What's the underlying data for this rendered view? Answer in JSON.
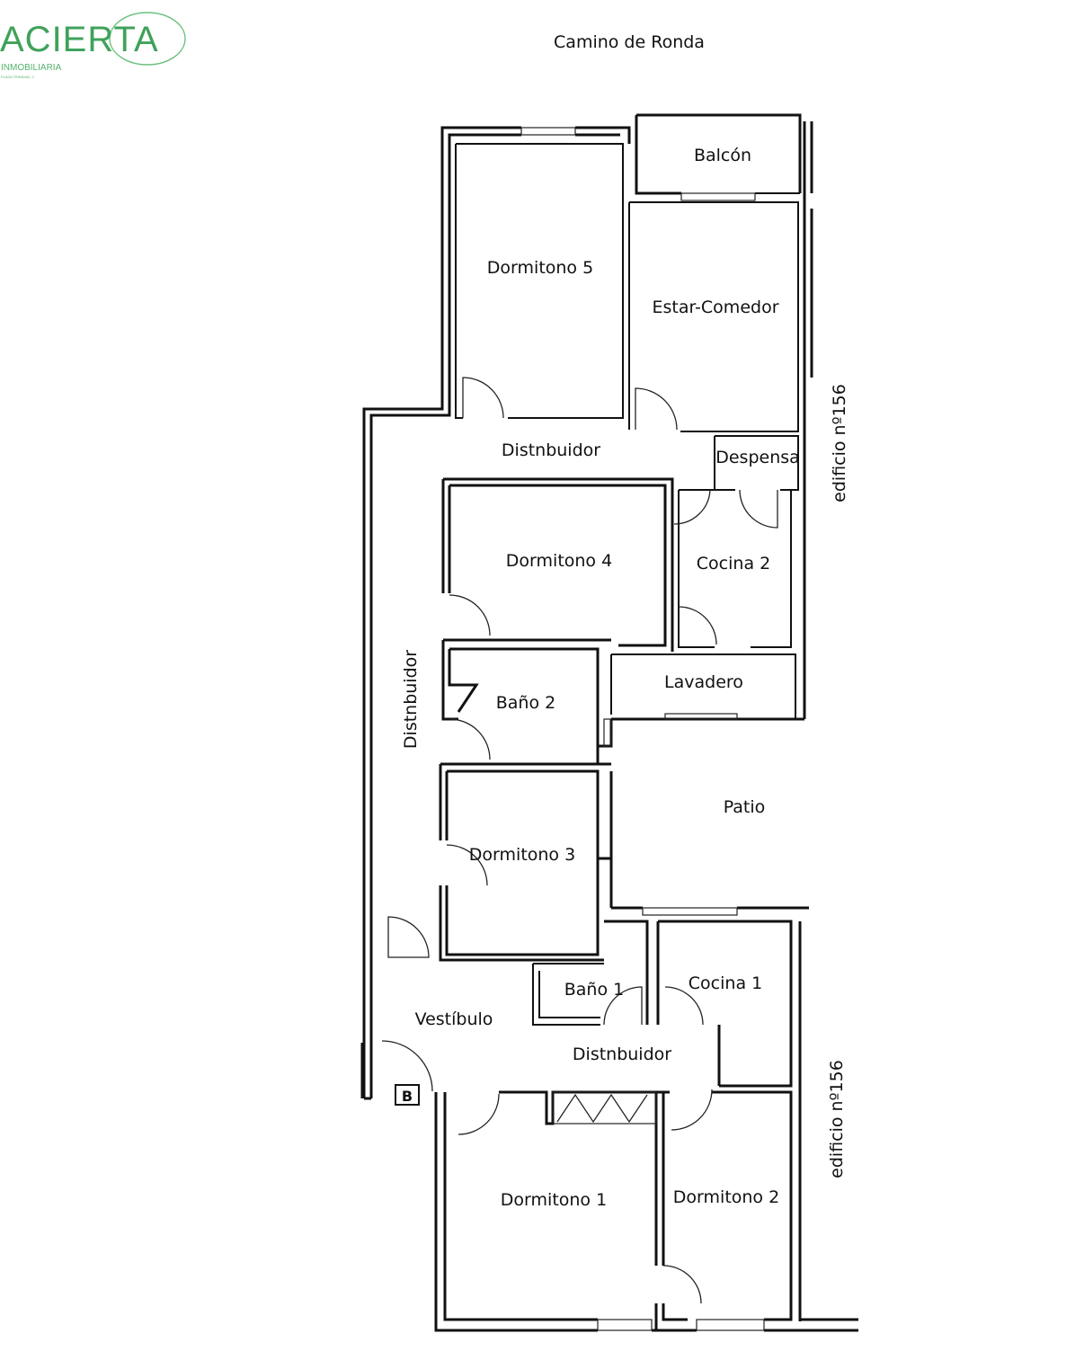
{
  "logo": {
    "name": "ACIERTA",
    "tagline": "INMOBILIARIA",
    "address": "PLAZA TRINIDAD, 2",
    "color": "#3fa25b"
  },
  "street": "Camino de Ronda",
  "neighbors": {
    "top": "edificio nº156",
    "bottom": "edificio nº156"
  },
  "rooms": {
    "balcon": "Balcón",
    "dormitorio5": "Dormitono 5",
    "estar_comedor": "Estar-Comedor",
    "distribuidor_top": "Distnbuidor",
    "despensa": "Despensa",
    "dormitorio4": "Dormitono 4",
    "cocina2": "Cocina 2",
    "lavadero": "Lavadero",
    "bano2": "Baño 2",
    "distribuidor_side": "Distnbuidor",
    "patio": "Patio",
    "dormitorio3": "Dormitono 3",
    "bano1": "Baño 1",
    "cocina1": "Cocina 1",
    "vestibulo": "Vestíbulo",
    "distribuidor_bottom": "Distnbuidor",
    "dormitorio1": "Dormitono 1",
    "dormitorio2": "Dormitono 2"
  },
  "symbol_b": "B"
}
